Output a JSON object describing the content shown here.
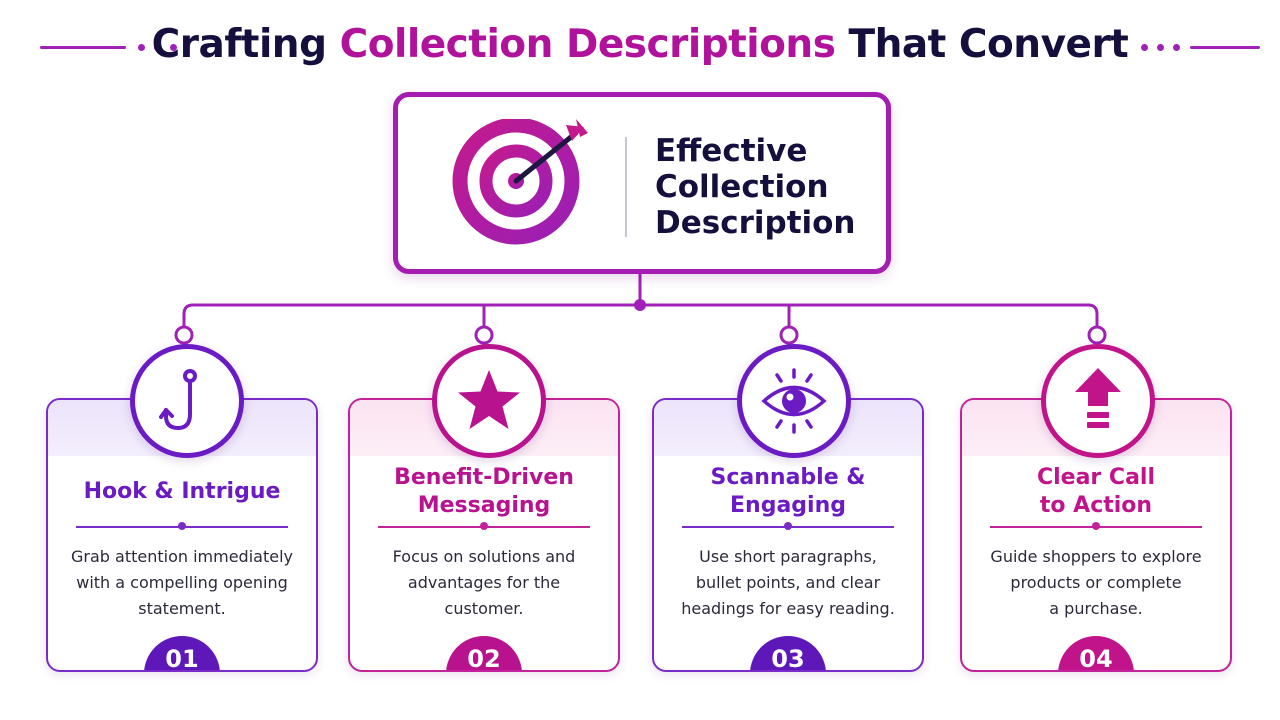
{
  "title": {
    "part1": "Crafting ",
    "accent": "Collection Descriptions",
    "part2": " That Convert"
  },
  "center": {
    "icon": "target-icon",
    "label": "Effective\nCollection\nDescription"
  },
  "cards": [
    {
      "title": "Hook & Intrigue",
      "description": "Grab attention immediately\nwith a compelling opening\nstatement.",
      "number": "01",
      "icon": "fishing-hook-icon",
      "color": "#6a1bc4"
    },
    {
      "title": "Benefit-Driven\nMessaging",
      "description": "Focus on solutions and\nadvantages for the\ncustomer.",
      "number": "02",
      "icon": "star-icon",
      "color": "#b8128f"
    },
    {
      "title": "Scannable &\nEngaging",
      "description": "Use short paragraphs,\nbullet points, and clear\nheadings for easy reading.",
      "number": "03",
      "icon": "eye-icon",
      "color": "#6a1bc4"
    },
    {
      "title": "Clear Call\nto Action",
      "description": "Guide shoppers to explore\nproducts or complete\na purchase.",
      "number": "04",
      "icon": "up-arrow-icon",
      "color": "#c2148a"
    }
  ],
  "colors": {
    "navy": "#150f3d",
    "magenta": "#b0129c",
    "purple": "#6a1bc4",
    "connector": "#a020b8"
  }
}
